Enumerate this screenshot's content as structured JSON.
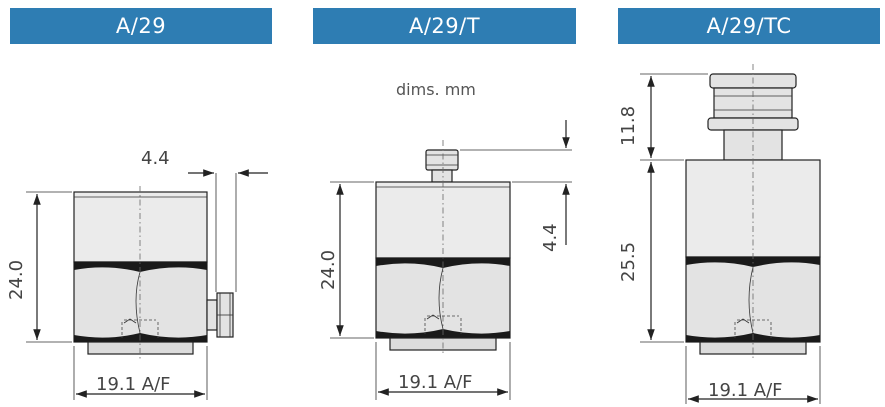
{
  "header": {
    "tabs": [
      {
        "label": "A/29"
      },
      {
        "label": "A/29/T"
      },
      {
        "label": "A/29/TC"
      }
    ]
  },
  "note": "dims. mm",
  "drawings": {
    "a29": {
      "height": "24.0",
      "connector_offset": "4.4",
      "width": "19.1 A/F"
    },
    "a29t": {
      "height": "24.0",
      "connector_offset": "4.4",
      "width": "19.1 A/F"
    },
    "a29tc": {
      "connector_height": "11.8",
      "body_height": "25.5",
      "width": "19.1 A/F"
    }
  },
  "colors": {
    "tab_background": "#2e7db3",
    "tab_text": "#ffffff"
  }
}
